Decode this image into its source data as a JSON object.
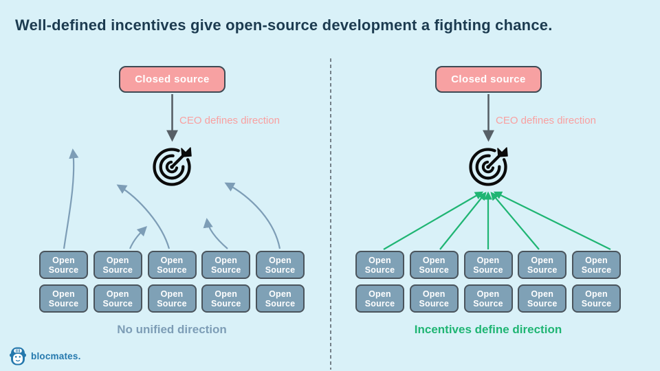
{
  "title": "Well-defined incentives give open-source development a fighting chance.",
  "left_panel": {
    "closed_box_label": "Closed source",
    "ceo_arrow_label": "CEO defines direction",
    "caption": "No unified direction",
    "open_box_line1": "Open",
    "open_box_line2": "Source",
    "open_boxes_per_row": 5,
    "open_box_rows": 2
  },
  "right_panel": {
    "closed_box_label": "Closed source",
    "ceo_arrow_label": "CEO defines direction",
    "caption": "Incentives define direction",
    "open_box_line1": "Open",
    "open_box_line2": "Source",
    "open_boxes_per_row": 5,
    "open_box_rows": 2
  },
  "icons": {
    "target": "target-bullseye-with-dart-icon",
    "logo": "gorilla-icon"
  },
  "logo": {
    "text": "blocmates."
  },
  "colors": {
    "background": "#d9f1f8",
    "title_text": "#1c3b50",
    "closed_box_fill": "#f7a1a2",
    "closed_box_border": "#3e4a54",
    "open_box_fill": "#7fa1b6",
    "open_box_border": "#4a545c",
    "pink_label": "#f9a0a0",
    "steel_arrow": "#7d9db6",
    "green_accent": "#1fb573",
    "dark_arrow": "#575f66",
    "divider": "#5a646c",
    "logo_blue": "#2478ad"
  }
}
